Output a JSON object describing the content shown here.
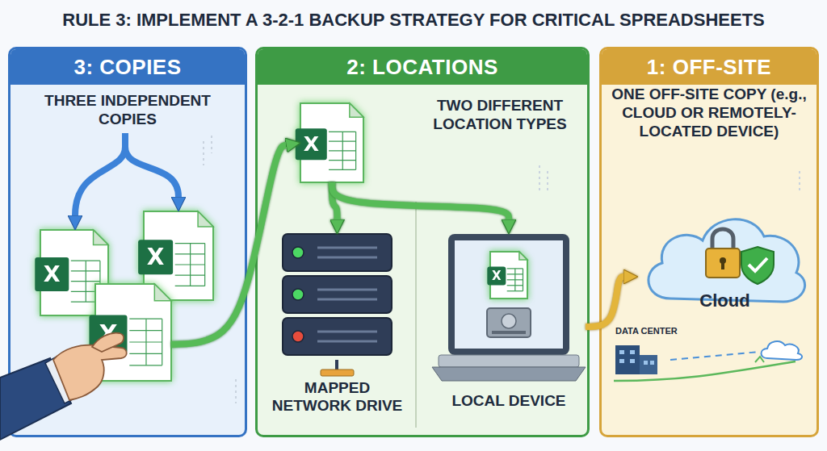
{
  "diagram": {
    "title": "RULE 3: IMPLEMENT A 3-2-1 BACKUP STRATEGY FOR CRITICAL SPREADSHEETS",
    "nodes": [
      {
        "text": [
          "3: COPIES",
          "THREE INDEPENDENT COPIES"
        ]
      },
      {
        "text": [
          "X"
        ],
        "in": 0
      },
      {
        "text": [
          "X"
        ],
        "in": 0
      },
      {
        "text": [
          "X"
        ],
        "in": 0
      },
      {
        "text": [
          "2: LOCATIONS",
          "TWO DIFFERENT LOCATION TYPES"
        ]
      },
      {
        "text": [
          "X"
        ],
        "in": 4
      },
      {
        "text": [
          "MAPPED NETWORK DRIVE"
        ],
        "in": 4
      },
      {
        "text": [
          "LOCAL DEVICE"
        ],
        "in": 4
      },
      {
        "text": [
          "X"
        ],
        "in": 7
      },
      {
        "text": [
          "1: OFF-SITE",
          "ONE OFF-SITE COPY (e.g., CLOUD OR REMOTELY-LOCATED DEVICE)"
        ]
      },
      {
        "text": [
          "Cloud"
        ],
        "in": 9
      }
    ],
    "edges": [
      {
        "from": 3,
        "to": 5,
        "arrow": "to"
      },
      {
        "from": 5,
        "to": 6,
        "arrow": "to"
      },
      {
        "from": 5,
        "to": 7,
        "arrow": "to"
      },
      {
        "from": 7,
        "to": 10,
        "arrow": "to"
      }
    ],
    "labels": [
      "DATA CENTER"
    ]
  }
}
